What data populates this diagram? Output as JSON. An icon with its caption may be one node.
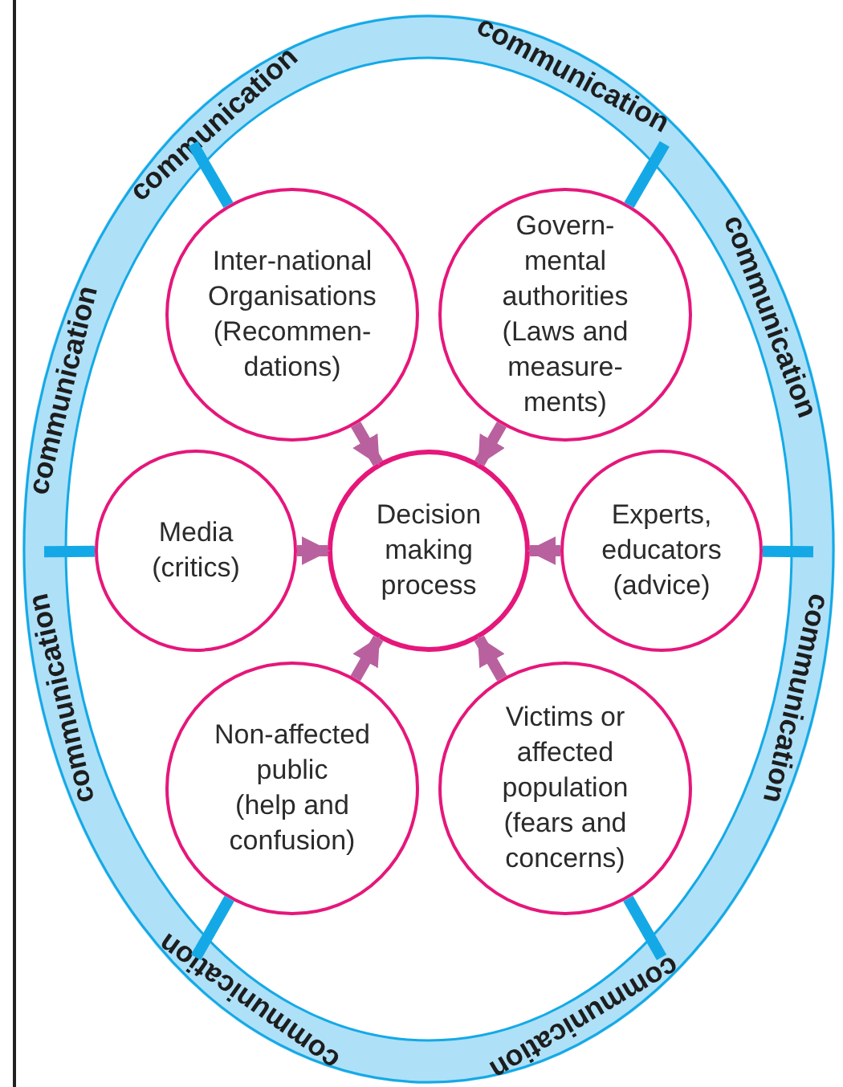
{
  "diagram": {
    "nodes": [
      {
        "text": [
          "communication",
          "communication",
          "communication",
          "communication",
          "communication",
          "communication",
          "communication",
          "communication"
        ]
      },
      {
        "text": [
          "Inter-national Organisations",
          "(Recommen-dations)"
        ],
        "in": 0
      },
      {
        "text": [
          "Govern-mental authorities",
          "(Laws and measure-ments)"
        ],
        "in": 0
      },
      {
        "text": [
          "Media",
          "(critics)"
        ],
        "in": 0
      },
      {
        "text": [
          "Decision making process"
        ],
        "in": 0
      },
      {
        "text": [
          "Experts, educators",
          "(advice)"
        ],
        "in": 0
      },
      {
        "text": [
          "Non-affected public",
          "(help and confusion)"
        ],
        "in": 0
      },
      {
        "text": [
          "Victims or affected population",
          "(fears and concerns)"
        ],
        "in": 0
      }
    ],
    "edges": [
      {
        "from": 1,
        "to": 4,
        "arrow": "to",
        "color": "#b9619f"
      },
      {
        "from": 2,
        "to": 4,
        "arrow": "to",
        "color": "#b9619f"
      },
      {
        "from": 3,
        "to": 4,
        "arrow": "to",
        "color": "#b9619f"
      },
      {
        "from": 5,
        "to": 4,
        "arrow": "to",
        "color": "#b9619f"
      },
      {
        "from": 6,
        "to": 4,
        "arrow": "to",
        "color": "#b9619f"
      },
      {
        "from": 7,
        "to": 4,
        "arrow": "to",
        "color": "#b9619f"
      },
      {
        "from": 1,
        "to": 0,
        "arrow": "none",
        "color": "#14a9e6"
      },
      {
        "from": 2,
        "to": 0,
        "arrow": "none",
        "color": "#14a9e6"
      },
      {
        "from": 3,
        "to": 0,
        "arrow": "none",
        "color": "#14a9e6"
      },
      {
        "from": 5,
        "to": 0,
        "arrow": "none",
        "color": "#14a9e6"
      },
      {
        "from": 6,
        "to": 0,
        "arrow": "none",
        "color": "#14a9e6"
      },
      {
        "from": 7,
        "to": 0,
        "arrow": "none",
        "color": "#14a9e6"
      }
    ]
  }
}
